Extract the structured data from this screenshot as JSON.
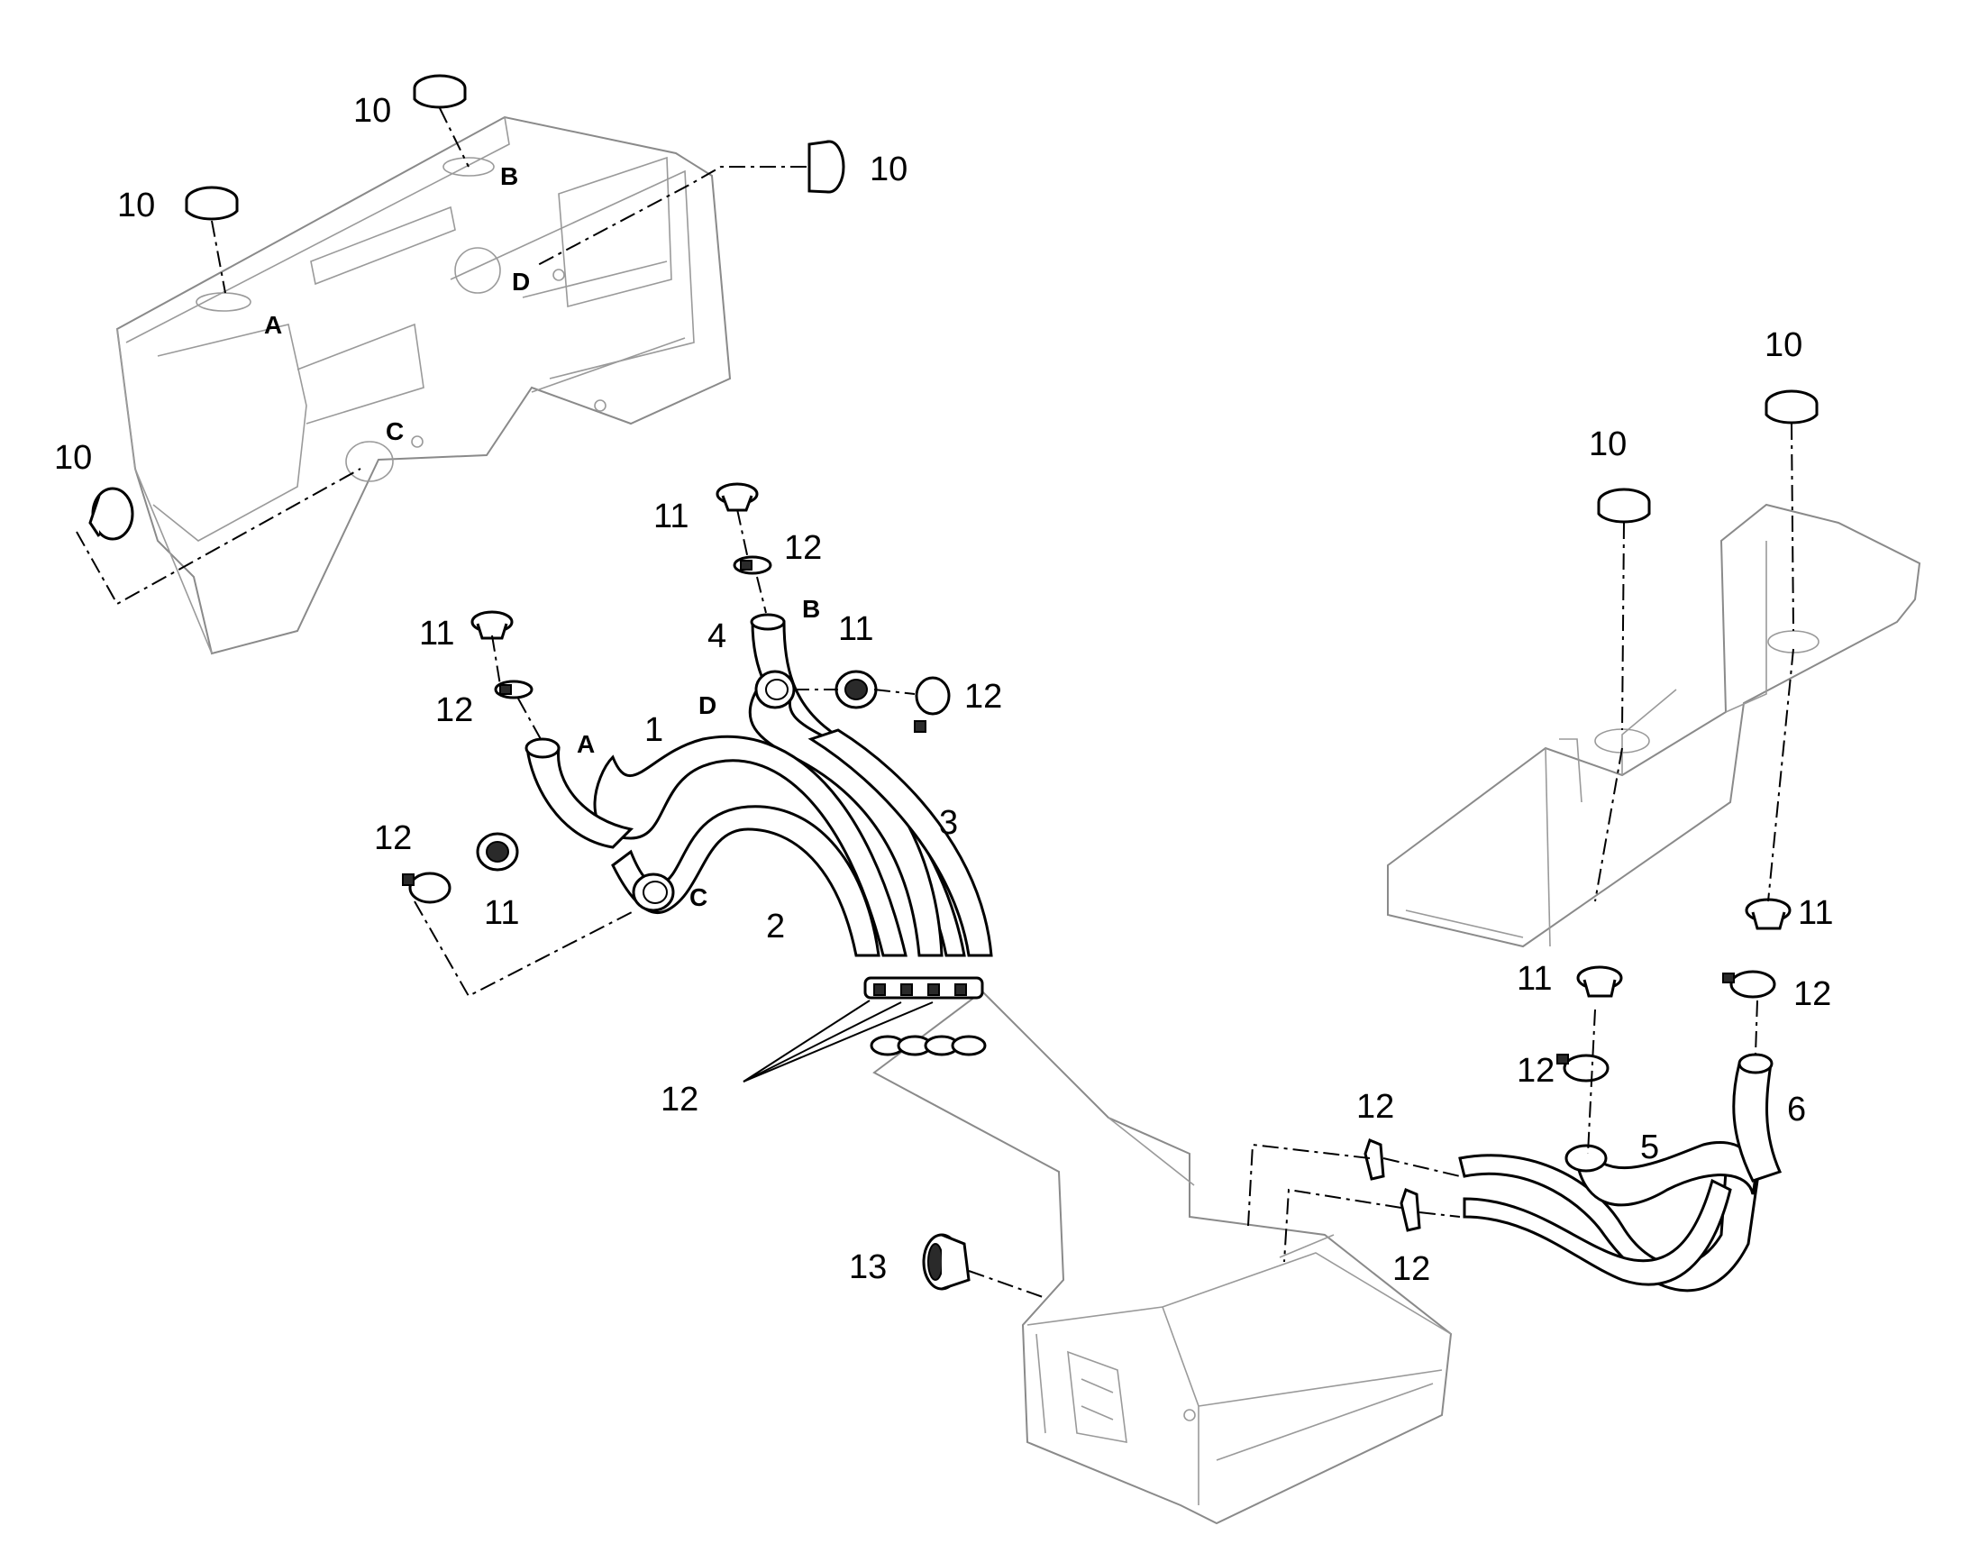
{
  "callouts": [
    {
      "id": "c-10-top",
      "text": "10"
    },
    {
      "id": "c-10-left",
      "text": "10"
    },
    {
      "id": "c-10-right",
      "text": "10"
    },
    {
      "id": "c-10-far-left",
      "text": "10"
    },
    {
      "id": "c-10-rc-1",
      "text": "10"
    },
    {
      "id": "c-10-rc-2",
      "text": "10"
    },
    {
      "id": "c-11-a",
      "text": "11"
    },
    {
      "id": "c-12-a",
      "text": "12"
    },
    {
      "id": "c-11-b",
      "text": "11"
    },
    {
      "id": "c-12-b",
      "text": "12"
    },
    {
      "id": "c-4",
      "text": "4"
    },
    {
      "id": "c-11-d",
      "text": "11"
    },
    {
      "id": "c-12-d",
      "text": "12"
    },
    {
      "id": "c-1",
      "text": "1"
    },
    {
      "id": "c-3",
      "text": "3"
    },
    {
      "id": "c-12-c",
      "text": "12"
    },
    {
      "id": "c-11-c",
      "text": "11"
    },
    {
      "id": "c-2",
      "text": "2"
    },
    {
      "id": "c-12-group",
      "text": "12"
    },
    {
      "id": "c-13",
      "text": "13"
    },
    {
      "id": "c-12-mid-1",
      "text": "12"
    },
    {
      "id": "c-12-mid-2",
      "text": "12"
    },
    {
      "id": "c-11-rc-1",
      "text": "11"
    },
    {
      "id": "c-12-rc-1",
      "text": "12"
    },
    {
      "id": "c-11-rc-2",
      "text": "11"
    },
    {
      "id": "c-12-rc-2",
      "text": "12"
    },
    {
      "id": "c-5",
      "text": "5"
    },
    {
      "id": "c-6",
      "text": "6"
    }
  ],
  "letters": [
    {
      "id": "l-a-dash",
      "text": "A"
    },
    {
      "id": "l-b-dash",
      "text": "B"
    },
    {
      "id": "l-c-dash",
      "text": "C"
    },
    {
      "id": "l-d-dash",
      "text": "D"
    },
    {
      "id": "l-a-hose",
      "text": "A"
    },
    {
      "id": "l-b-hose",
      "text": "B"
    },
    {
      "id": "l-c-hose",
      "text": "C"
    },
    {
      "id": "l-d-hose",
      "text": "D"
    }
  ]
}
